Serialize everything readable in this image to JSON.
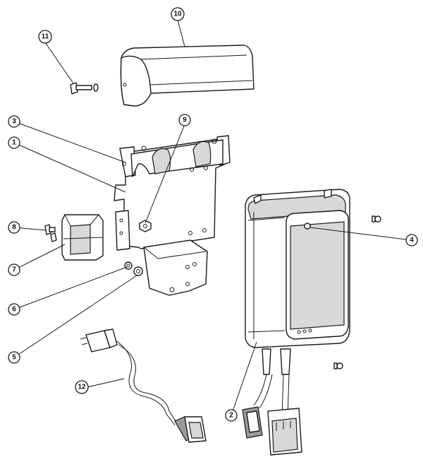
{
  "callouts": [
    {
      "id": "c1",
      "label": "1"
    },
    {
      "id": "c2",
      "label": "2"
    },
    {
      "id": "c3",
      "label": "3"
    },
    {
      "id": "c4",
      "label": "4"
    },
    {
      "id": "c5",
      "label": "5"
    },
    {
      "id": "c6",
      "label": "6"
    },
    {
      "id": "c7",
      "label": "7"
    },
    {
      "id": "c8",
      "label": "8"
    },
    {
      "id": "c9",
      "label": "9"
    },
    {
      "id": "c10",
      "label": "10"
    },
    {
      "id": "c11",
      "label": "11"
    },
    {
      "id": "c12",
      "label": "12"
    }
  ],
  "colors": {
    "line": "#1a1a1a",
    "shade": "#d8d8d8",
    "background": "#ffffff"
  }
}
